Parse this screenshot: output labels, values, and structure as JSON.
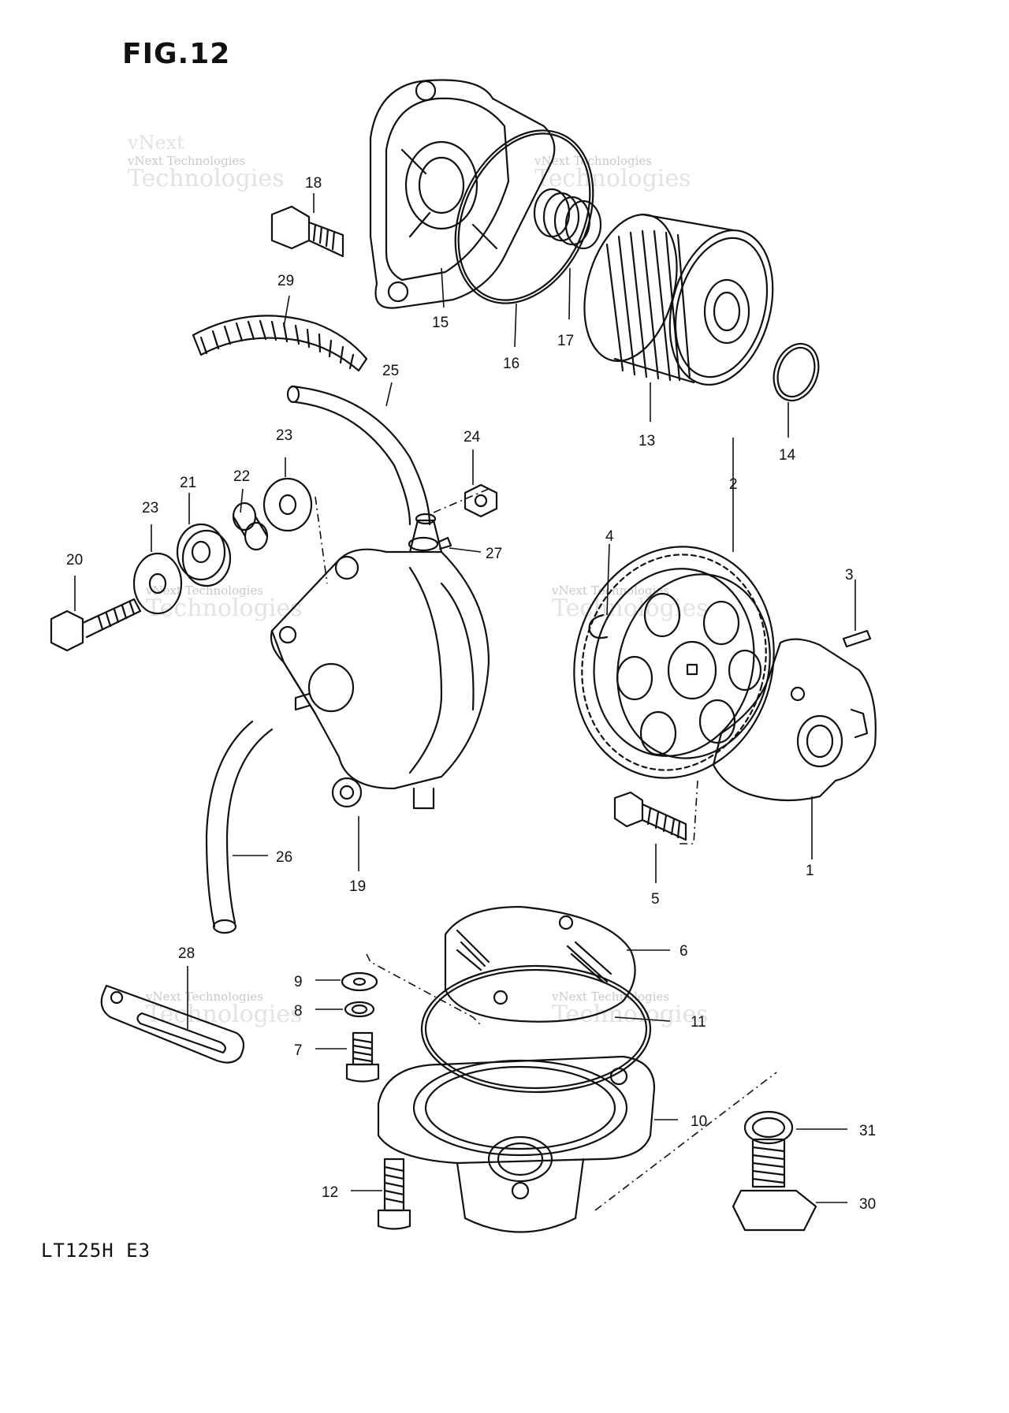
{
  "figure_title": "FIG.12",
  "model_code": "LT125H E3",
  "watermark": {
    "small": "vNext Technologies",
    "big": "Technologies",
    "top": "vNext"
  },
  "callouts": [
    {
      "label": "1"
    },
    {
      "label": "2"
    },
    {
      "label": "3"
    },
    {
      "label": "4"
    },
    {
      "label": "5"
    },
    {
      "label": "6"
    },
    {
      "label": "7"
    },
    {
      "label": "8"
    },
    {
      "label": "9"
    },
    {
      "label": "10"
    },
    {
      "label": "11"
    },
    {
      "label": "12"
    },
    {
      "label": "13"
    },
    {
      "label": "14"
    },
    {
      "label": "15"
    },
    {
      "label": "16"
    },
    {
      "label": "17"
    },
    {
      "label": "18"
    },
    {
      "label": "19"
    },
    {
      "label": "20"
    },
    {
      "label": "21"
    },
    {
      "label": "22"
    },
    {
      "label": "23"
    },
    {
      "label": "23"
    },
    {
      "label": "24"
    },
    {
      "label": "25"
    },
    {
      "label": "26"
    },
    {
      "label": "27"
    },
    {
      "label": "28"
    },
    {
      "label": "29"
    },
    {
      "label": "30"
    },
    {
      "label": "31"
    }
  ]
}
